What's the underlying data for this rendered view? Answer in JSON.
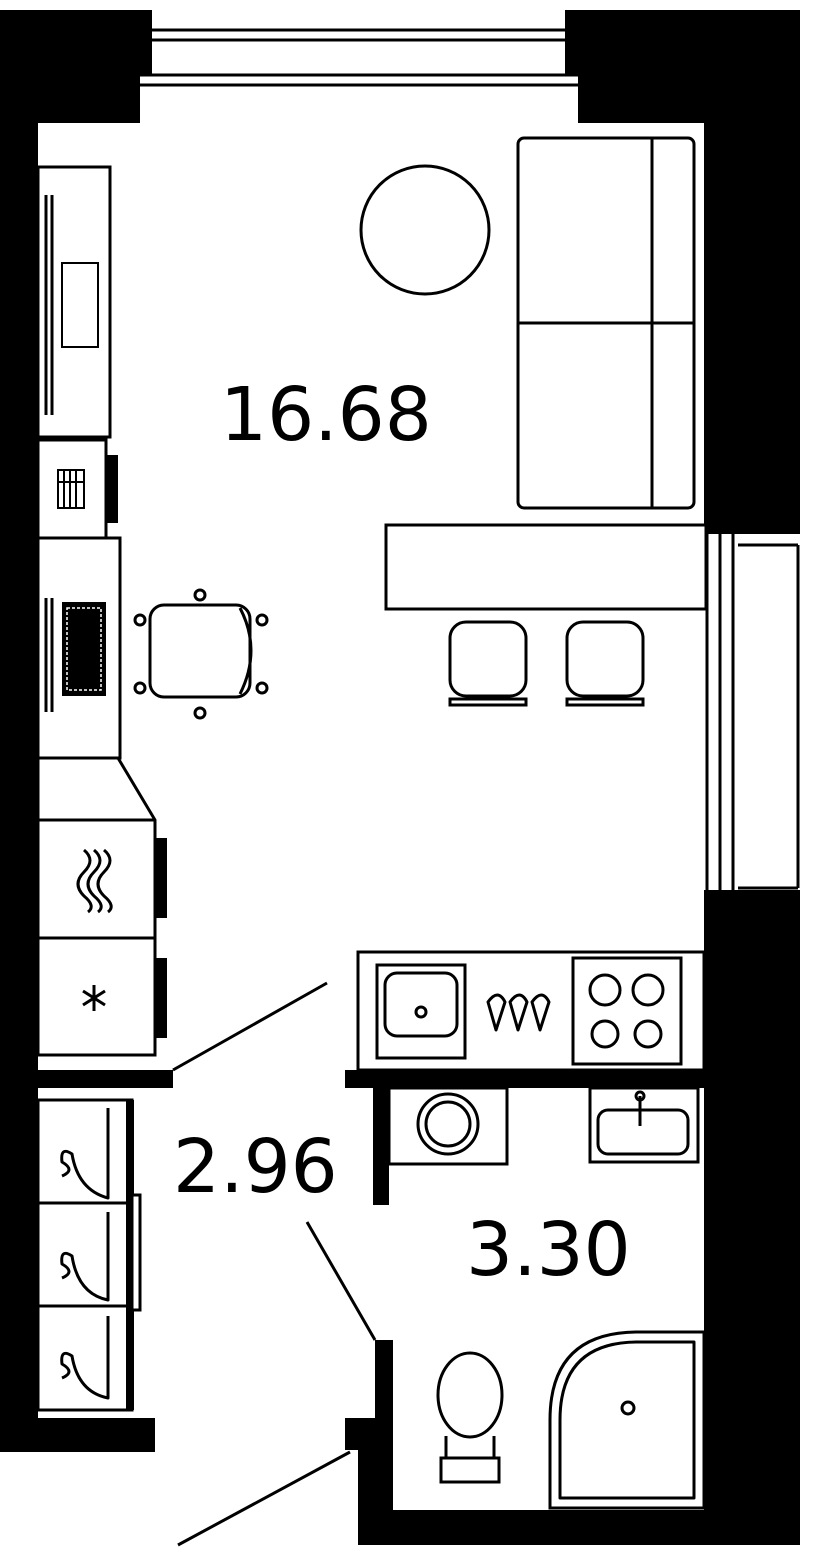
{
  "floor_plan": {
    "rooms": [
      {
        "id": "living",
        "area": "16.68"
      },
      {
        "id": "hallway",
        "area": "2.96"
      },
      {
        "id": "bathroom",
        "area": "3.30"
      }
    ]
  }
}
